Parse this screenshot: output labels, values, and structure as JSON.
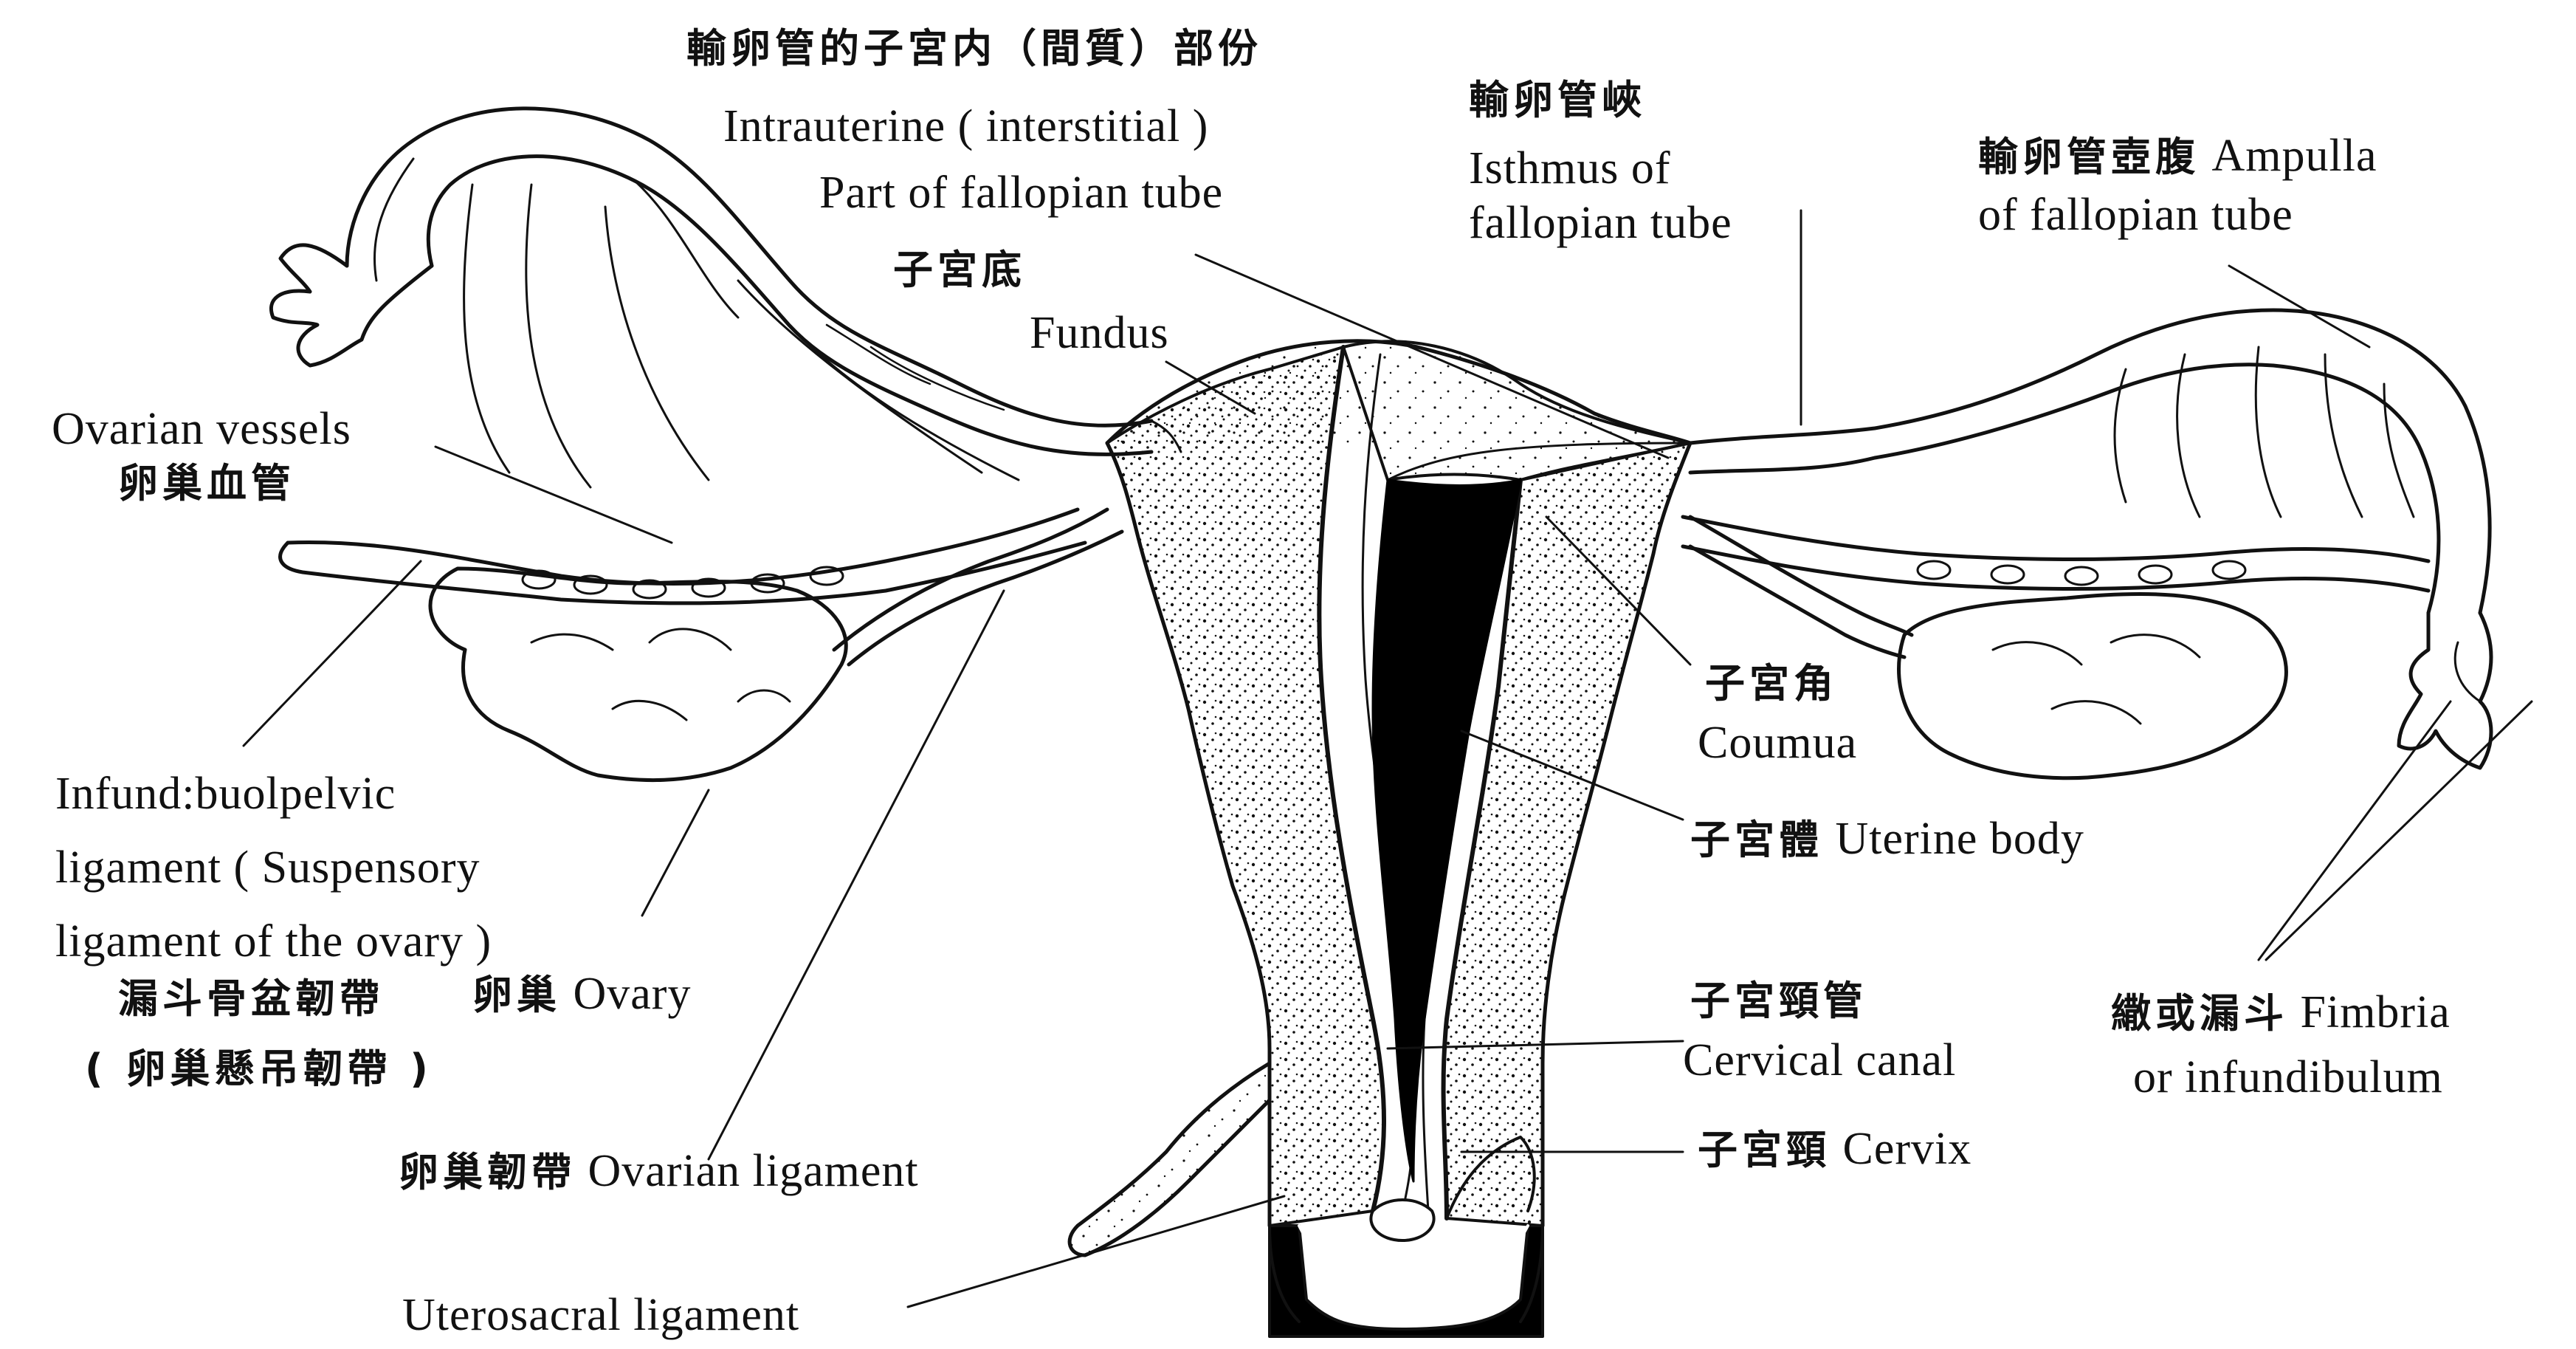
{
  "labels": {
    "interstitial": {
      "zh": "輸卵管的子宮内（間質）部份",
      "en1": "Intrauterine ( interstitial )",
      "en2": "Part of fallopian  tube"
    },
    "isthmus": {
      "zh": "輸卵管峽",
      "en1": "Isthmus of",
      "en2": "fallopian tube"
    },
    "ampulla": {
      "zh": "輸卵管壺腹",
      "en1": "Ampulla",
      "en2": "of fallopian tube"
    },
    "fundus": {
      "zh": "子宮底",
      "en": "Fundus"
    },
    "ovarian_vessels": {
      "en": "Ovarian vessels",
      "zh": "卵巢血管"
    },
    "cornua": {
      "zh": "子宮角",
      "en": "Coumua"
    },
    "uterine_body": {
      "zh": "子宮體",
      "en": "Uterine body"
    },
    "infundibulopelvic": {
      "en1": "Infund:buolpelvic",
      "en2": "ligament ( Suspensory",
      "en3": "ligament of the ovary )",
      "zh1": "漏斗骨盆韌帶",
      "zh2": "( 卵巢懸吊韌帶 )"
    },
    "ovary": {
      "zh": "卵巢",
      "en": "Ovary"
    },
    "cervical_canal": {
      "zh": "子宮頸管",
      "en": "Cervical canal"
    },
    "fimbria": {
      "zh": "繖或漏斗",
      "en1": "Fimbria",
      "en2": "or infundibulum"
    },
    "cervix": {
      "zh": "子宮頸",
      "en": "Cervix"
    },
    "ovarian_ligament": {
      "zh": "卵巢韌帶",
      "en": "Ovarian ligament"
    },
    "uterosacral": {
      "en": "Uterosacral ligament"
    }
  },
  "colors": {
    "ink": "#111111",
    "paper": "#ffffff",
    "cavity": "#000000"
  }
}
